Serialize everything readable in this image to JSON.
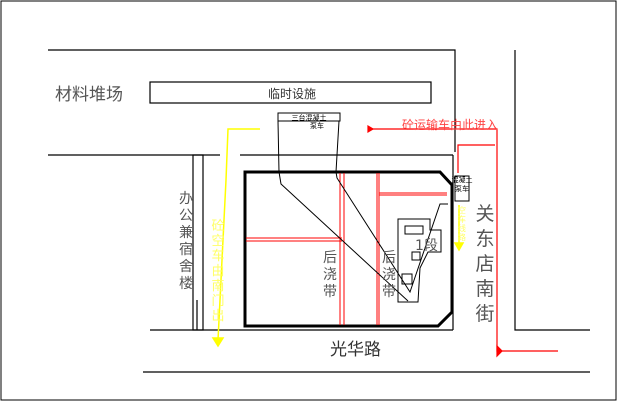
{
  "labels": {
    "material_yard": "材料堆场",
    "temp_facility": "临时设施",
    "pump_three": "三台混凝土",
    "pump_three_2": "泵车",
    "truck_in": "砼运输车由此进入",
    "pump_side": "混凝土",
    "pump_side_2": "泵车",
    "empty_route": [
      "空",
      "车",
      "线",
      "路"
    ],
    "office": [
      "办",
      "公",
      "兼",
      "宿",
      "舍",
      "楼"
    ],
    "empty_exit": [
      "砼",
      "空",
      "车",
      "由",
      "南",
      "门",
      "出"
    ],
    "street": [
      "关",
      "东",
      "店",
      "南",
      "街"
    ],
    "post_band_1": [
      "后",
      "浇",
      "带"
    ],
    "post_band_2": [
      "后",
      "浇",
      "带"
    ],
    "section": "1段",
    "road": "光华路"
  },
  "colors": {
    "red": "#ff0000",
    "yellow": "#ffff00",
    "gray": "#555555"
  }
}
